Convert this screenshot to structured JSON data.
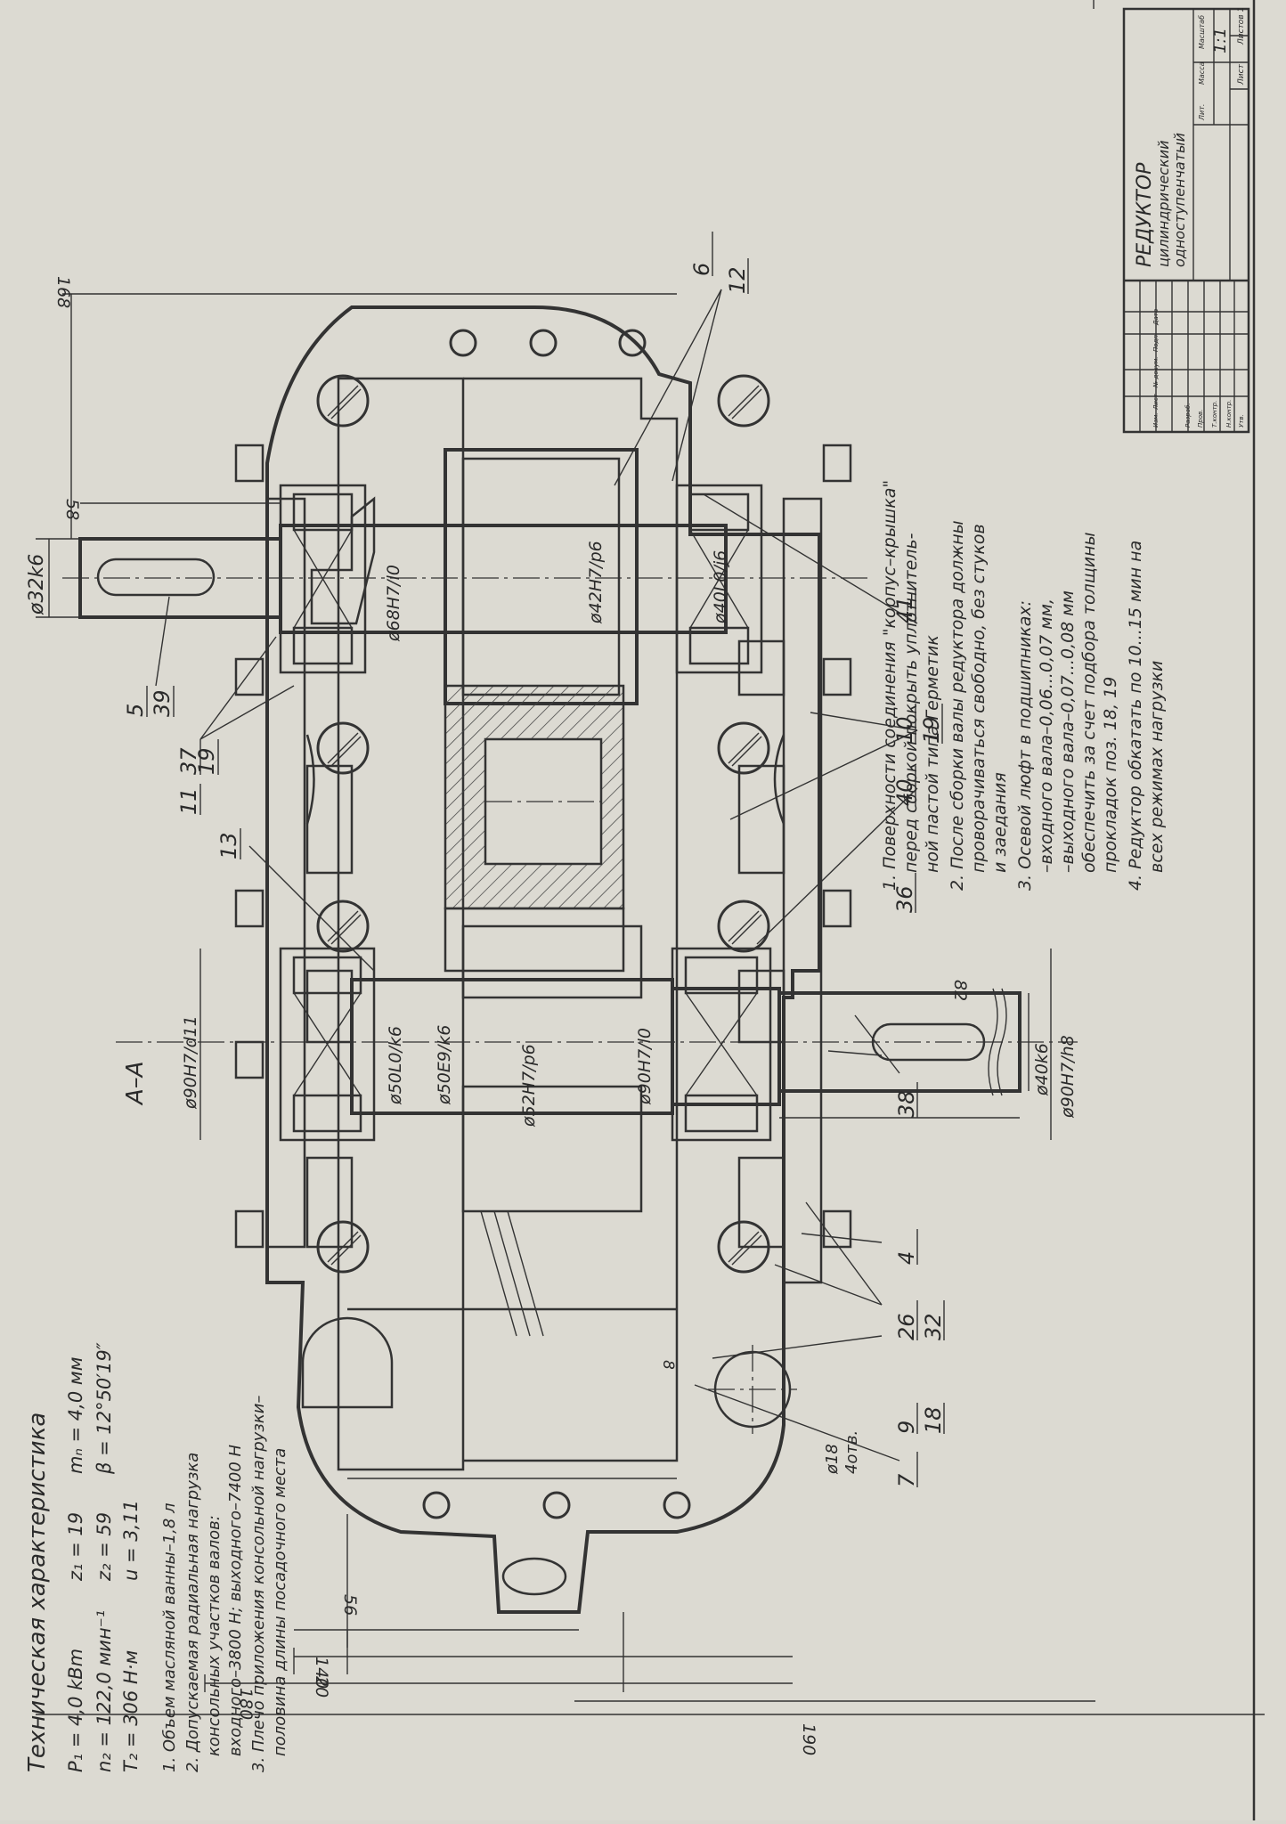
{
  "tech": {
    "title": "Техническая характеристика",
    "params": [
      "P₁ = 4,0     kBm",
      "n₂ = 122,0  мин⁻¹",
      "T₂ = 306     H·м",
      "z₁ = 19",
      "z₂ = 59",
      "u = 3,11",
      "mₙ = 4,0 мм",
      "β = 12°50′19″"
    ],
    "notes": [
      "1. Объем масляной ванны–1,8 л",
      "2. Допускаемая радиальная нагрузка",
      "консольных участков валов:",
      "входного–3800 Н; выходного–7400 Н",
      "3. Плечо приложения консольной нагрузки–",
      "половина длины посадочного места"
    ]
  },
  "requirements": [
    "1. Поверхности соединения \"корпус–крышка\"",
    "перед сборкой покрыть уплотнитель-",
    "ной пастой типа Герметик",
    "2. После сборки валы редуктора должны",
    "проворачиваться свободно, без стуков",
    "и заедания",
    "3. Осевой люфт в подшипниках:",
    "–входного вала–0,06...0,07 мм,",
    "–выходного вала–0,07...0,08 мм",
    "обеспечить за счет подбора толщины",
    "прокладок поз. 18, 19",
    "4. Редуктор обкатать по 10...15 мин на",
    "всех режимах нагрузки"
  ],
  "section_label": "A–A",
  "fits": {
    "f1": "ø32k6",
    "f2": "ø68H7/l0",
    "f3": "ø42H7/p6",
    "f4": "ø40L0/j6",
    "f5": "ø90H7/d11",
    "f6": "ø50L0/k6",
    "f7": "ø50E9/k6",
    "f8": "ø52H7/p6",
    "f9": "ø90H7/l0",
    "f10": "ø40k6",
    "f11": "ø90H7/h8",
    "f12": "ø18",
    "f13": "4отв."
  },
  "dims": {
    "d168": "168",
    "d58": "58",
    "d82": "82",
    "d8": "8",
    "d56": "56",
    "d140": "140",
    "d20": "20",
    "d180": "180",
    "d190": "190"
  },
  "positions": {
    "p5": "5",
    "p39": "39",
    "p37": "37",
    "p11": "11",
    "p19a": "19",
    "p13": "13",
    "p40": "40",
    "p36": "36",
    "p10": "10",
    "p19b": "19",
    "p41": "41",
    "p6": "6",
    "p12": "12",
    "p38": "38",
    "p4": "4",
    "p26": "26",
    "p32": "32",
    "p9": "9",
    "p18": "18",
    "p7": "7"
  },
  "title_block": {
    "name1": "РЕДУКТОР",
    "name2": "цилиндрический",
    "name3": "одноступенчатый",
    "scale": "1:1",
    "sheet": "Лист",
    "sheets": "Листов 1",
    "col_lit": "Лит.",
    "col_mass": "Масса",
    "col_scale": "Масштаб",
    "rows": [
      "Изм.",
      "Лист",
      "№ докум.",
      "Подп.",
      "Дата",
      "Разраб.",
      "Пров.",
      "Т.контр.",
      "Н.контр.",
      "Утв."
    ]
  }
}
